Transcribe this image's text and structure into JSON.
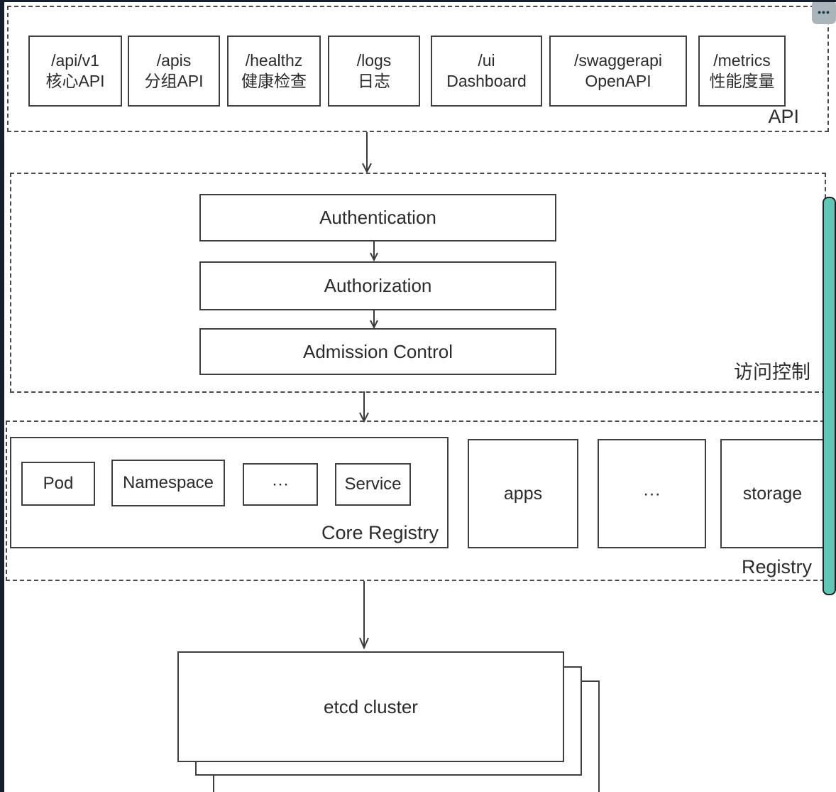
{
  "api_section": {
    "label": "API",
    "endpoints": [
      {
        "path": "/api/v1",
        "desc": "核心API"
      },
      {
        "path": "/apis",
        "desc": "分组API"
      },
      {
        "path": "/healthz",
        "desc": "健康检查"
      },
      {
        "path": "/logs",
        "desc": "日志"
      },
      {
        "path": "/ui",
        "desc": "Dashboard"
      },
      {
        "path": "/swaggerapi",
        "desc": "OpenAPI"
      },
      {
        "path": "/metrics",
        "desc": "性能度量"
      }
    ]
  },
  "access_control": {
    "label": "访问控制",
    "steps": [
      "Authentication",
      "Authorization",
      "Admission Control"
    ]
  },
  "registry": {
    "label": "Registry",
    "core": {
      "label": "Core Registry",
      "items": [
        "Pod",
        "Namespace",
        "···",
        "Service"
      ]
    },
    "groups": [
      "apps",
      "···",
      "storage"
    ]
  },
  "etcd": {
    "label": "etcd cluster"
  },
  "overlay": {
    "more_icon": "•••"
  },
  "colors": {
    "scrollbar_thumb": "#5ec8b5",
    "screen_edge": "#151f2b",
    "more_button_bg": "#a9b5ba",
    "line": "#3f3f3f"
  }
}
